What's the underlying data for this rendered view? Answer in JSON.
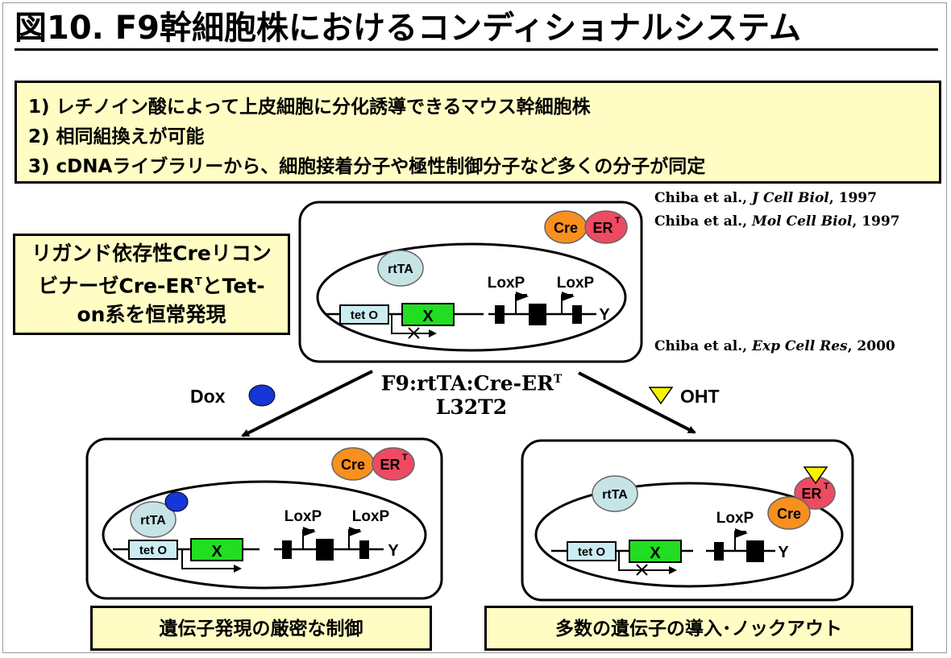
{
  "title": "図10. F9幹細胞株におけるコンディショナルシステム",
  "features": [
    "1)  レチノイン酸によって上皮細胞に分化誘導できるマウス幹細胞株",
    "2)  相同組換えが可能",
    "3)  cDNAライブラリーから、細胞接着分子や極性制御分子など多くの分子が同定"
  ],
  "references": [
    {
      "authors": "Chiba et al.,",
      "journal": "J Cell Biol",
      "year": ", 1997"
    },
    {
      "authors": "Chiba et al.,",
      "journal": "Mol Cell Biol",
      "year": ", 1997"
    },
    {
      "authors": "Chiba et al.,",
      "journal": "Exp Cell Res",
      "year": ", 2000"
    }
  ],
  "ligand_box": {
    "line1": "リガンド依存性Creリコン",
    "line2_a": "ビナーゼCre-ER",
    "line2_sup": "T",
    "line2_b": "とTet-",
    "line3": "on系を恒常発現"
  },
  "cell_line": {
    "name_a": "F9:rtTA:Cre-ER",
    "name_sup": "T",
    "clone": "L32T2"
  },
  "treatments": {
    "left": "Dox",
    "right": "OHT"
  },
  "diagram_labels": {
    "cre": "Cre",
    "er": "ER",
    "er_sup": "T",
    "rtta": "rtTA",
    "teto": "tet O",
    "gene": "X",
    "loxp": "LoxP",
    "reporter": "Y"
  },
  "captions": {
    "left": "遺伝子発現の厳密な制御",
    "right": "多数の遺伝子の導入･ノックアウト"
  },
  "colors": {
    "info_bg": "#fffdc4",
    "cre": "#f7901e",
    "er": "#ef4a63",
    "rtta": "#c6e4e6",
    "teto": "#ccecf4",
    "gene": "#22dd22",
    "dox": "#1536d8",
    "oht": "#f6f200"
  }
}
